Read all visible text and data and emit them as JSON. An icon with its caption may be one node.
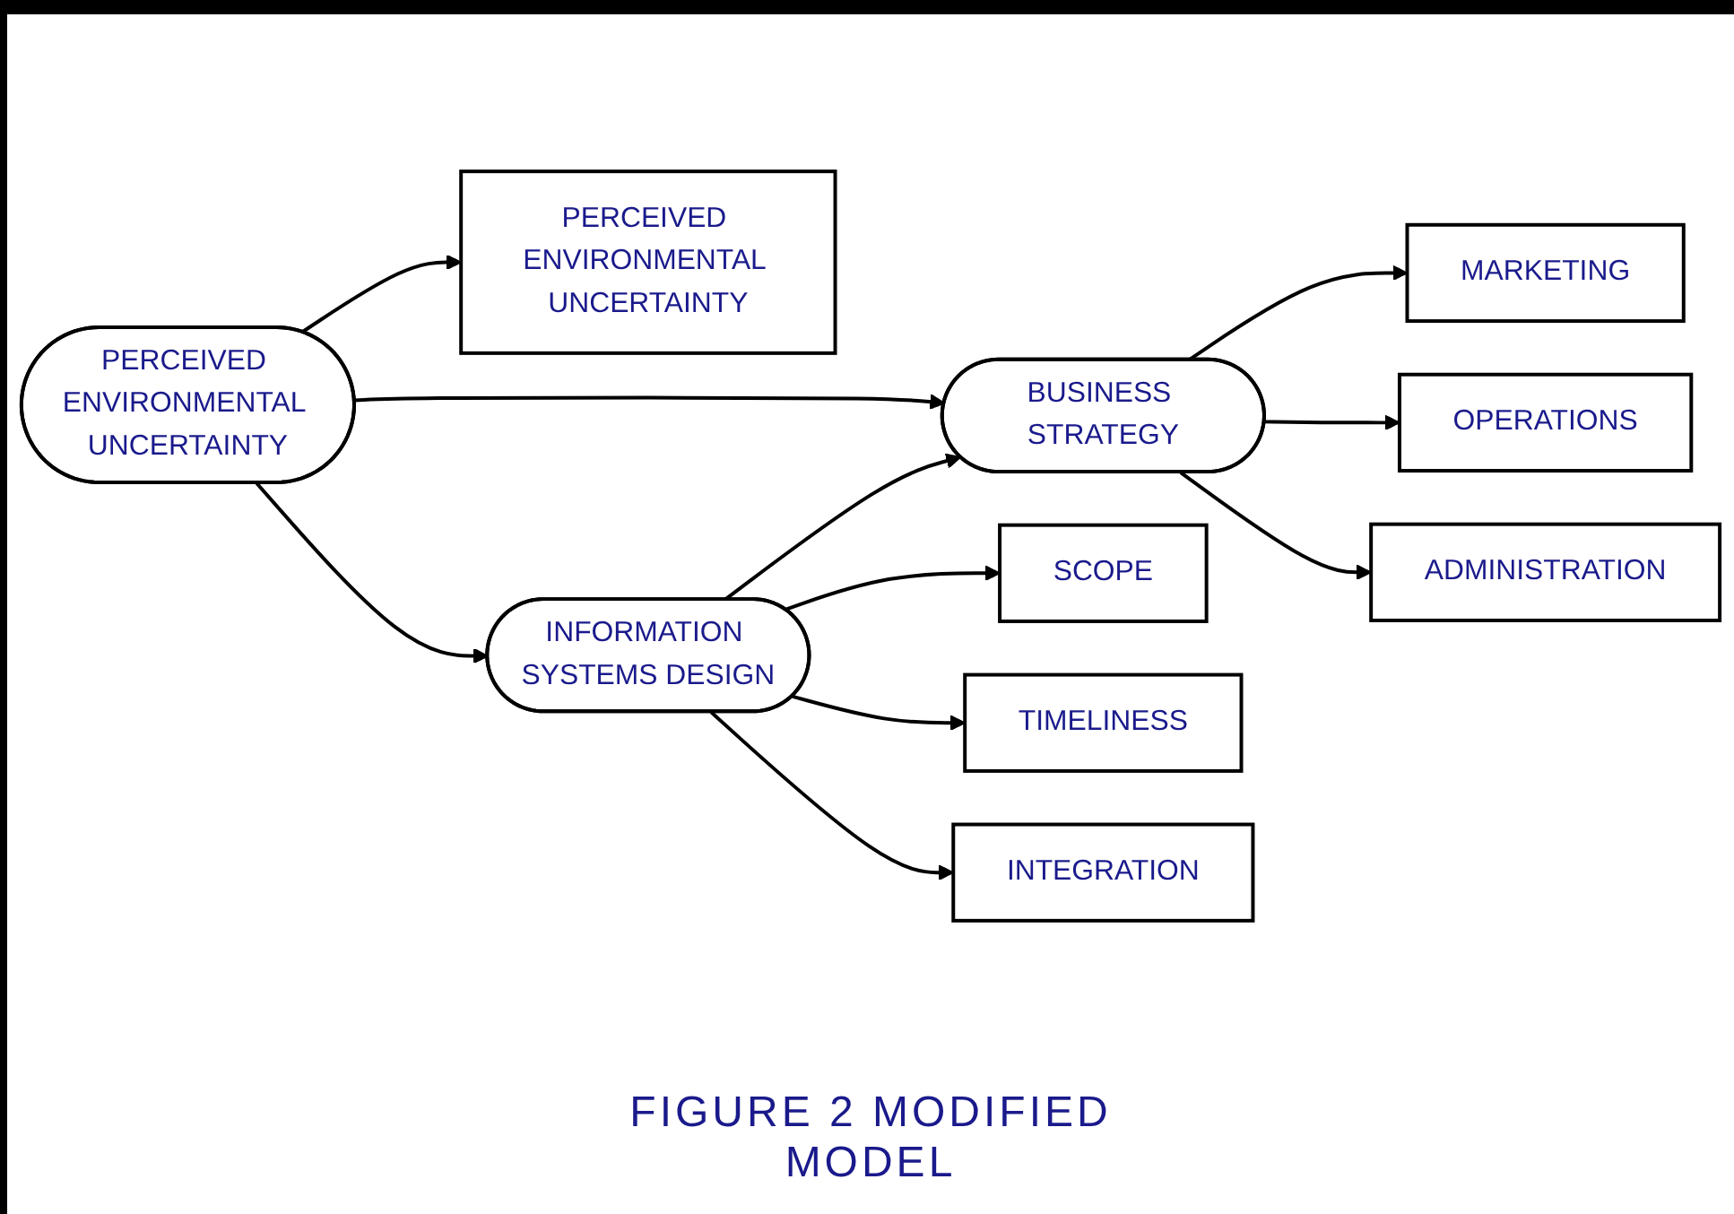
{
  "diagram": {
    "caption": "FIGURE 2 MODIFIED MODEL",
    "nodes": [
      {
        "text": [
          "PERCEIVED ENVIRONMENTAL UNCERTAINTY"
        ]
      },
      {
        "text": [
          "PERCEIVED ENVIRONMENTAL UNCERTAINTY"
        ]
      },
      {
        "text": [
          "INFORMATION SYSTEMS DESIGN"
        ]
      },
      {
        "text": [
          "BUSINESS STRATEGY"
        ]
      },
      {
        "text": [
          "SCOPE"
        ]
      },
      {
        "text": [
          "TIMELINESS"
        ]
      },
      {
        "text": [
          "INTEGRATION"
        ]
      },
      {
        "text": [
          "MARKETING"
        ]
      },
      {
        "text": [
          "OPERATIONS"
        ]
      },
      {
        "text": [
          "ADMINISTRATION"
        ]
      }
    ],
    "edges": [
      {
        "from": 1,
        "to": 0,
        "arrow": "to"
      },
      {
        "from": 1,
        "to": 2,
        "arrow": "to"
      },
      {
        "from": 1,
        "to": 3,
        "arrow": "to"
      },
      {
        "from": 2,
        "to": 3,
        "arrow": "to"
      },
      {
        "from": 2,
        "to": 4,
        "arrow": "to"
      },
      {
        "from": 2,
        "to": 5,
        "arrow": "to"
      },
      {
        "from": 2,
        "to": 6,
        "arrow": "to"
      },
      {
        "from": 3,
        "to": 7,
        "arrow": "to"
      },
      {
        "from": 3,
        "to": 8,
        "arrow": "to"
      },
      {
        "from": 3,
        "to": 9,
        "arrow": "to"
      }
    ]
  }
}
